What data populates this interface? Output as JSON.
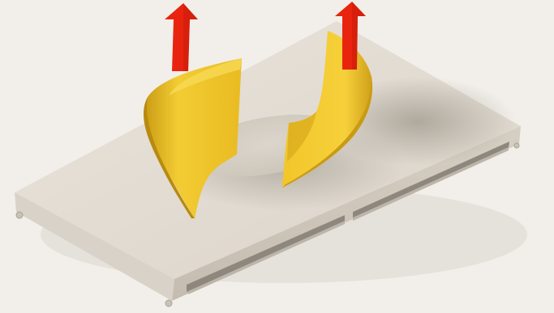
{
  "image": {
    "kind": "3d-render",
    "subject": "peel-up-flaps-on-platform",
    "background_color": "#f2efea",
    "platform_top_color": "#e2dcd2",
    "platform_side_color": "#cfc8bd",
    "slot_color": "#8e877d",
    "flap_color": "#f0c52a",
    "flap_shade_color": "#c99a14",
    "shadow_color": "#a8a196",
    "arrow_color": "#e8240f",
    "arrows": [
      {
        "name": "left-arrow",
        "direction": "up"
      },
      {
        "name": "right-arrow",
        "direction": "up"
      }
    ],
    "flaps": [
      {
        "name": "left-flap",
        "state": "peeling-upward"
      },
      {
        "name": "right-flap",
        "state": "peeling-upward"
      }
    ]
  }
}
